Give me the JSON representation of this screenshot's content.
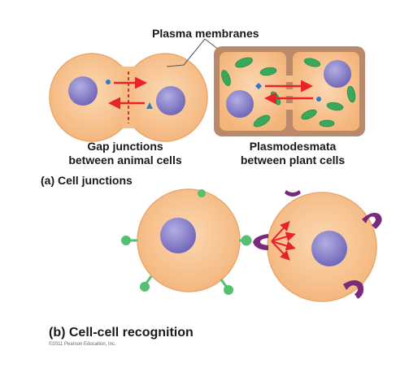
{
  "labels": {
    "plasma_membranes": "Plasma membranes",
    "gap_line1": "Gap junctions",
    "gap_line2": "between animal cells",
    "plasmo_line1": "Plasmodesmata",
    "plasmo_line2": "between plant cells",
    "part_a": "(a) Cell junctions",
    "part_b": "(b) Cell-cell recognition",
    "copyright": "©2011 Pearson Education, Inc."
  },
  "colors": {
    "cell_fill": "#f7c18d",
    "cell_edge": "#e9a86c",
    "nucleus": "#8c84cc",
    "arrow": "#e8232a",
    "cell_wall": "#b8896a",
    "chloroplast": "#3aa85a",
    "receptor_green": "#55c070",
    "receptor_purple": "#7a2a7a"
  }
}
